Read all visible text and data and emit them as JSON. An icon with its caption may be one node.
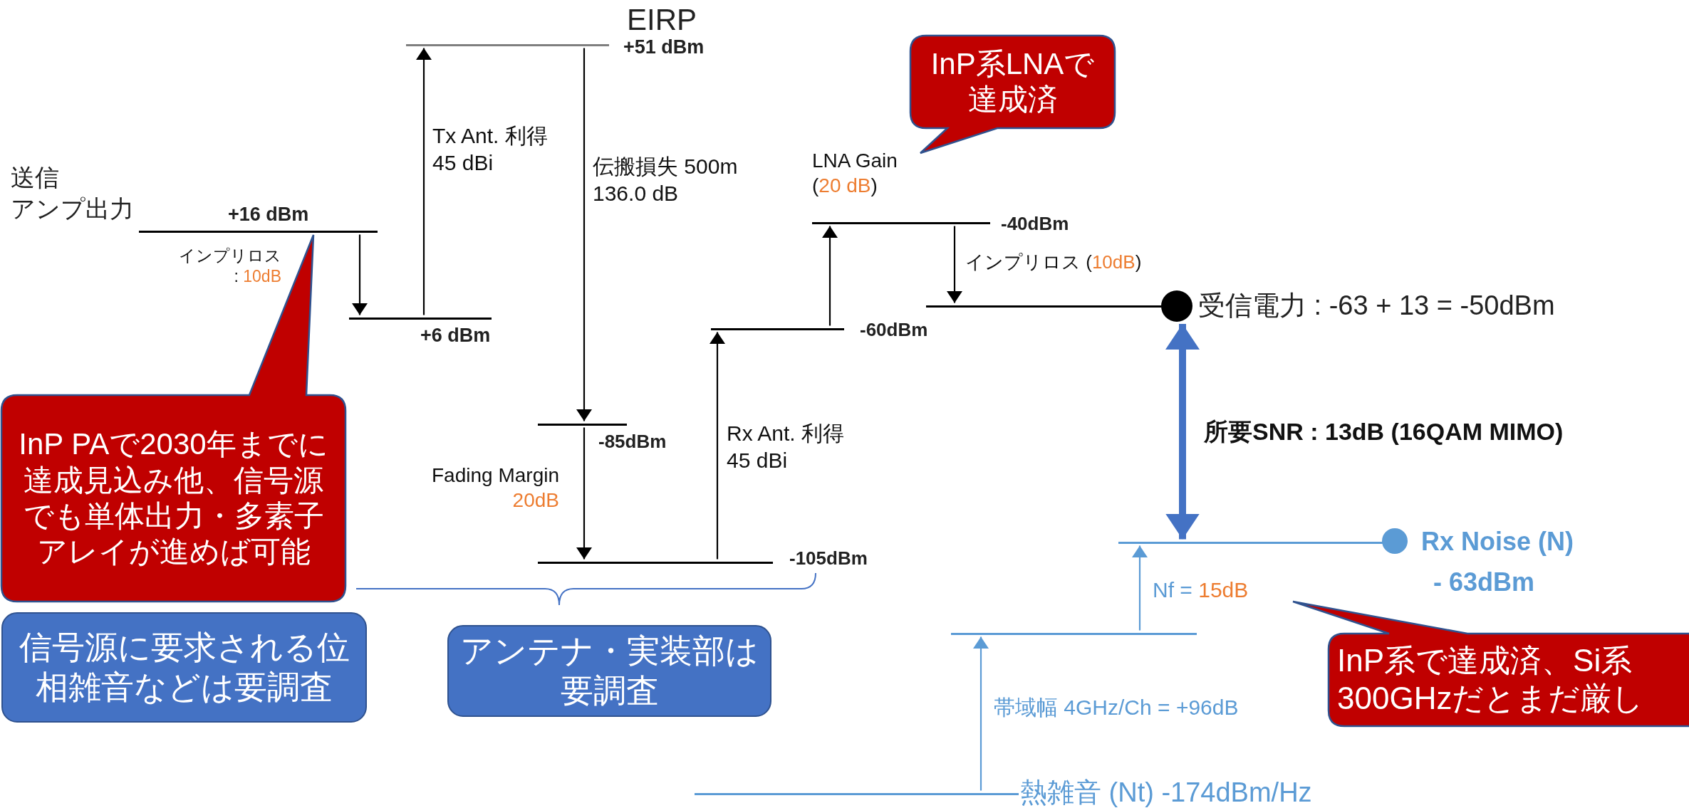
{
  "diagram": {
    "nodes": [
      {
        "text": [],
        "shape": "bar",
        "beside": [
          "送信",
          "アンプ出力",
          "+16 dBm"
        ]
      },
      {
        "text": [],
        "shape": "bar",
        "beside": [
          "+6 dBm"
        ]
      },
      {
        "text": [],
        "shape": "bar",
        "beside": [
          "EIRP",
          "+51 dBm"
        ]
      },
      {
        "text": [],
        "shape": "bar",
        "beside": [
          "-85dBm"
        ]
      },
      {
        "text": [],
        "shape": "bar",
        "beside": [
          "-105dBm"
        ]
      },
      {
        "text": [],
        "shape": "bar",
        "beside": [
          "-60dBm"
        ]
      },
      {
        "text": [],
        "shape": "bar",
        "beside": [
          "-40dBm"
        ]
      },
      {
        "text": [],
        "shape": "bar"
      },
      {
        "text": [],
        "shape": "circle",
        "beside": [
          "受信電力 : -63 + 13 = -50dBm"
        ]
      },
      {
        "text": [],
        "shape": "bar"
      },
      {
        "text": [],
        "shape": "circle",
        "beside": [
          "Rx Noise (N)",
          "- 63dBm"
        ]
      },
      {
        "text": [],
        "shape": "bar"
      },
      {
        "text": [],
        "shape": "bar",
        "beside": [
          "熱雑音 (Nt) -174dBm/Hz"
        ]
      },
      {
        "text": [
          "InP系LNAで達成済"
        ]
      },
      {
        "text": [
          "InP PAで2030年までに達成見込み他、信号源でも単体出力・多素子アレイが進めば可能"
        ]
      },
      {
        "text": [
          "InP系で達成済、Si系300GHzだとまだ厳し"
        ]
      },
      {
        "text": [
          "信号源に要求される位相雑音などは要調査"
        ]
      },
      {
        "text": [
          "アンテナ・実装部は要調査"
        ]
      }
    ],
    "edges": [
      {
        "from": 0,
        "to": 1,
        "arrow": "to",
        "label": "インプリロス : 10dB"
      },
      {
        "from": 1,
        "to": 2,
        "arrow": "to",
        "label": "Tx Ant. 利得 45 dBi"
      },
      {
        "from": 2,
        "to": 3,
        "arrow": "to",
        "label": "伝搬損失 500m 136.0 dB"
      },
      {
        "from": 3,
        "to": 4,
        "arrow": "to",
        "label": "Fading Margin 20dB"
      },
      {
        "from": 4,
        "to": 5,
        "arrow": "to",
        "label": "Rx Ant. 利得 45 dBi"
      },
      {
        "from": 5,
        "to": 6,
        "arrow": "to",
        "label": "LNA Gain (20 dB)"
      },
      {
        "from": 6,
        "to": 7,
        "arrow": "to",
        "label": "インプリロス (10dB)"
      },
      {
        "from": 8,
        "to": 9,
        "arrow": "both",
        "label": "所要SNR : 13dB (16QAM MIMO)",
        "style": "thick",
        "color": "#4472c4"
      },
      {
        "from": 12,
        "to": 11,
        "arrow": "to",
        "label": "帯域幅 4GHz/Ch = +96dB",
        "color": "#5b9bd5"
      },
      {
        "from": 11,
        "to": 9,
        "arrow": "to",
        "label": "Nf = 15dB",
        "color": "#5b9bd5"
      }
    ]
  }
}
